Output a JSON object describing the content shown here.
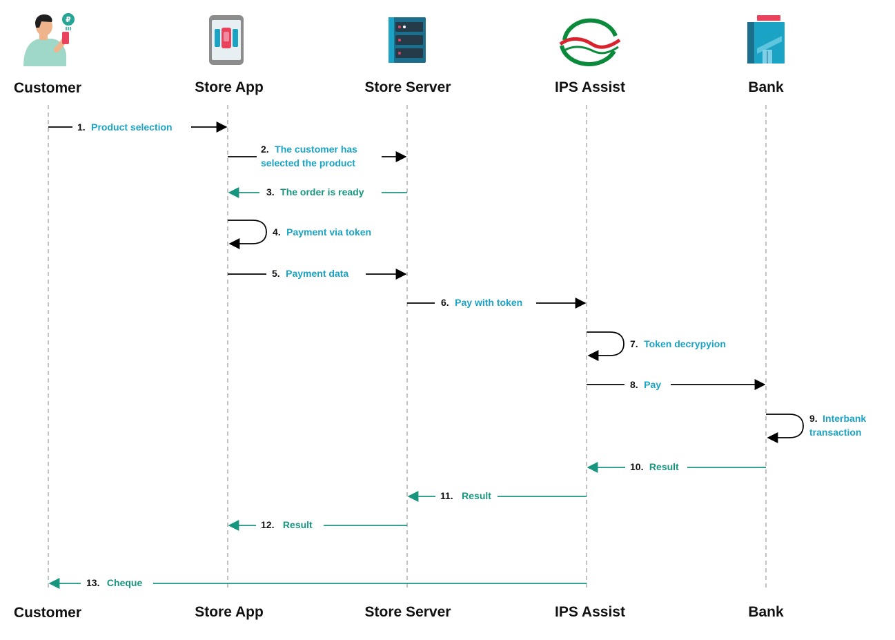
{
  "colors": {
    "request": "#000000",
    "response": "#17957f",
    "label_request": "#1aa3c4",
    "label_response": "#17957f",
    "lifeline": "#b3b3b3"
  },
  "participants": [
    {
      "id": "customer",
      "name": "Customer",
      "icon": "customer-with-phone-icon"
    },
    {
      "id": "store_app",
      "name": "Store App",
      "icon": "smartphone-icon"
    },
    {
      "id": "store_server",
      "name": "Store Server",
      "icon": "server-rack-icon"
    },
    {
      "id": "ips_assist",
      "name": "IPS Assist",
      "icon": "ips-assist-logo-icon"
    },
    {
      "id": "bank",
      "name": "Bank",
      "icon": "bank-building-icon"
    }
  ],
  "messages": [
    {
      "step": "1.",
      "label": [
        "Product selection"
      ],
      "from": "customer",
      "to": "store_app",
      "kind": "request"
    },
    {
      "step": "2.",
      "label": [
        "The customer has",
        "selected the product"
      ],
      "from": "store_app",
      "to": "store_server",
      "kind": "request"
    },
    {
      "step": "3.",
      "label": [
        "The order is ready"
      ],
      "from": "store_server",
      "to": "store_app",
      "kind": "response"
    },
    {
      "step": "4.",
      "label": [
        "Payment via token"
      ],
      "from": "store_app",
      "to": "store_app",
      "kind": "self"
    },
    {
      "step": "5.",
      "label": [
        "Payment data"
      ],
      "from": "store_app",
      "to": "store_server",
      "kind": "request"
    },
    {
      "step": "6.",
      "label": [
        "Pay with token"
      ],
      "from": "store_server",
      "to": "ips_assist",
      "kind": "request"
    },
    {
      "step": "7.",
      "label": [
        "Token decrypyion"
      ],
      "from": "ips_assist",
      "to": "ips_assist",
      "kind": "self"
    },
    {
      "step": "8.",
      "label": [
        "Pay"
      ],
      "from": "ips_assist",
      "to": "bank",
      "kind": "request"
    },
    {
      "step": "9.",
      "label": [
        "Interbank",
        "transaction"
      ],
      "from": "bank",
      "to": "bank",
      "kind": "self"
    },
    {
      "step": "10.",
      "label": [
        "Result"
      ],
      "from": "bank",
      "to": "ips_assist",
      "kind": "response"
    },
    {
      "step": "11.",
      "label": [
        "Result"
      ],
      "from": "ips_assist",
      "to": "store_server",
      "kind": "response"
    },
    {
      "step": "12.",
      "label": [
        "Result"
      ],
      "from": "store_server",
      "to": "store_app",
      "kind": "response"
    },
    {
      "step": "13.",
      "label": [
        "Cheque"
      ],
      "from": "ips_assist",
      "to": "customer",
      "kind": "response"
    }
  ]
}
